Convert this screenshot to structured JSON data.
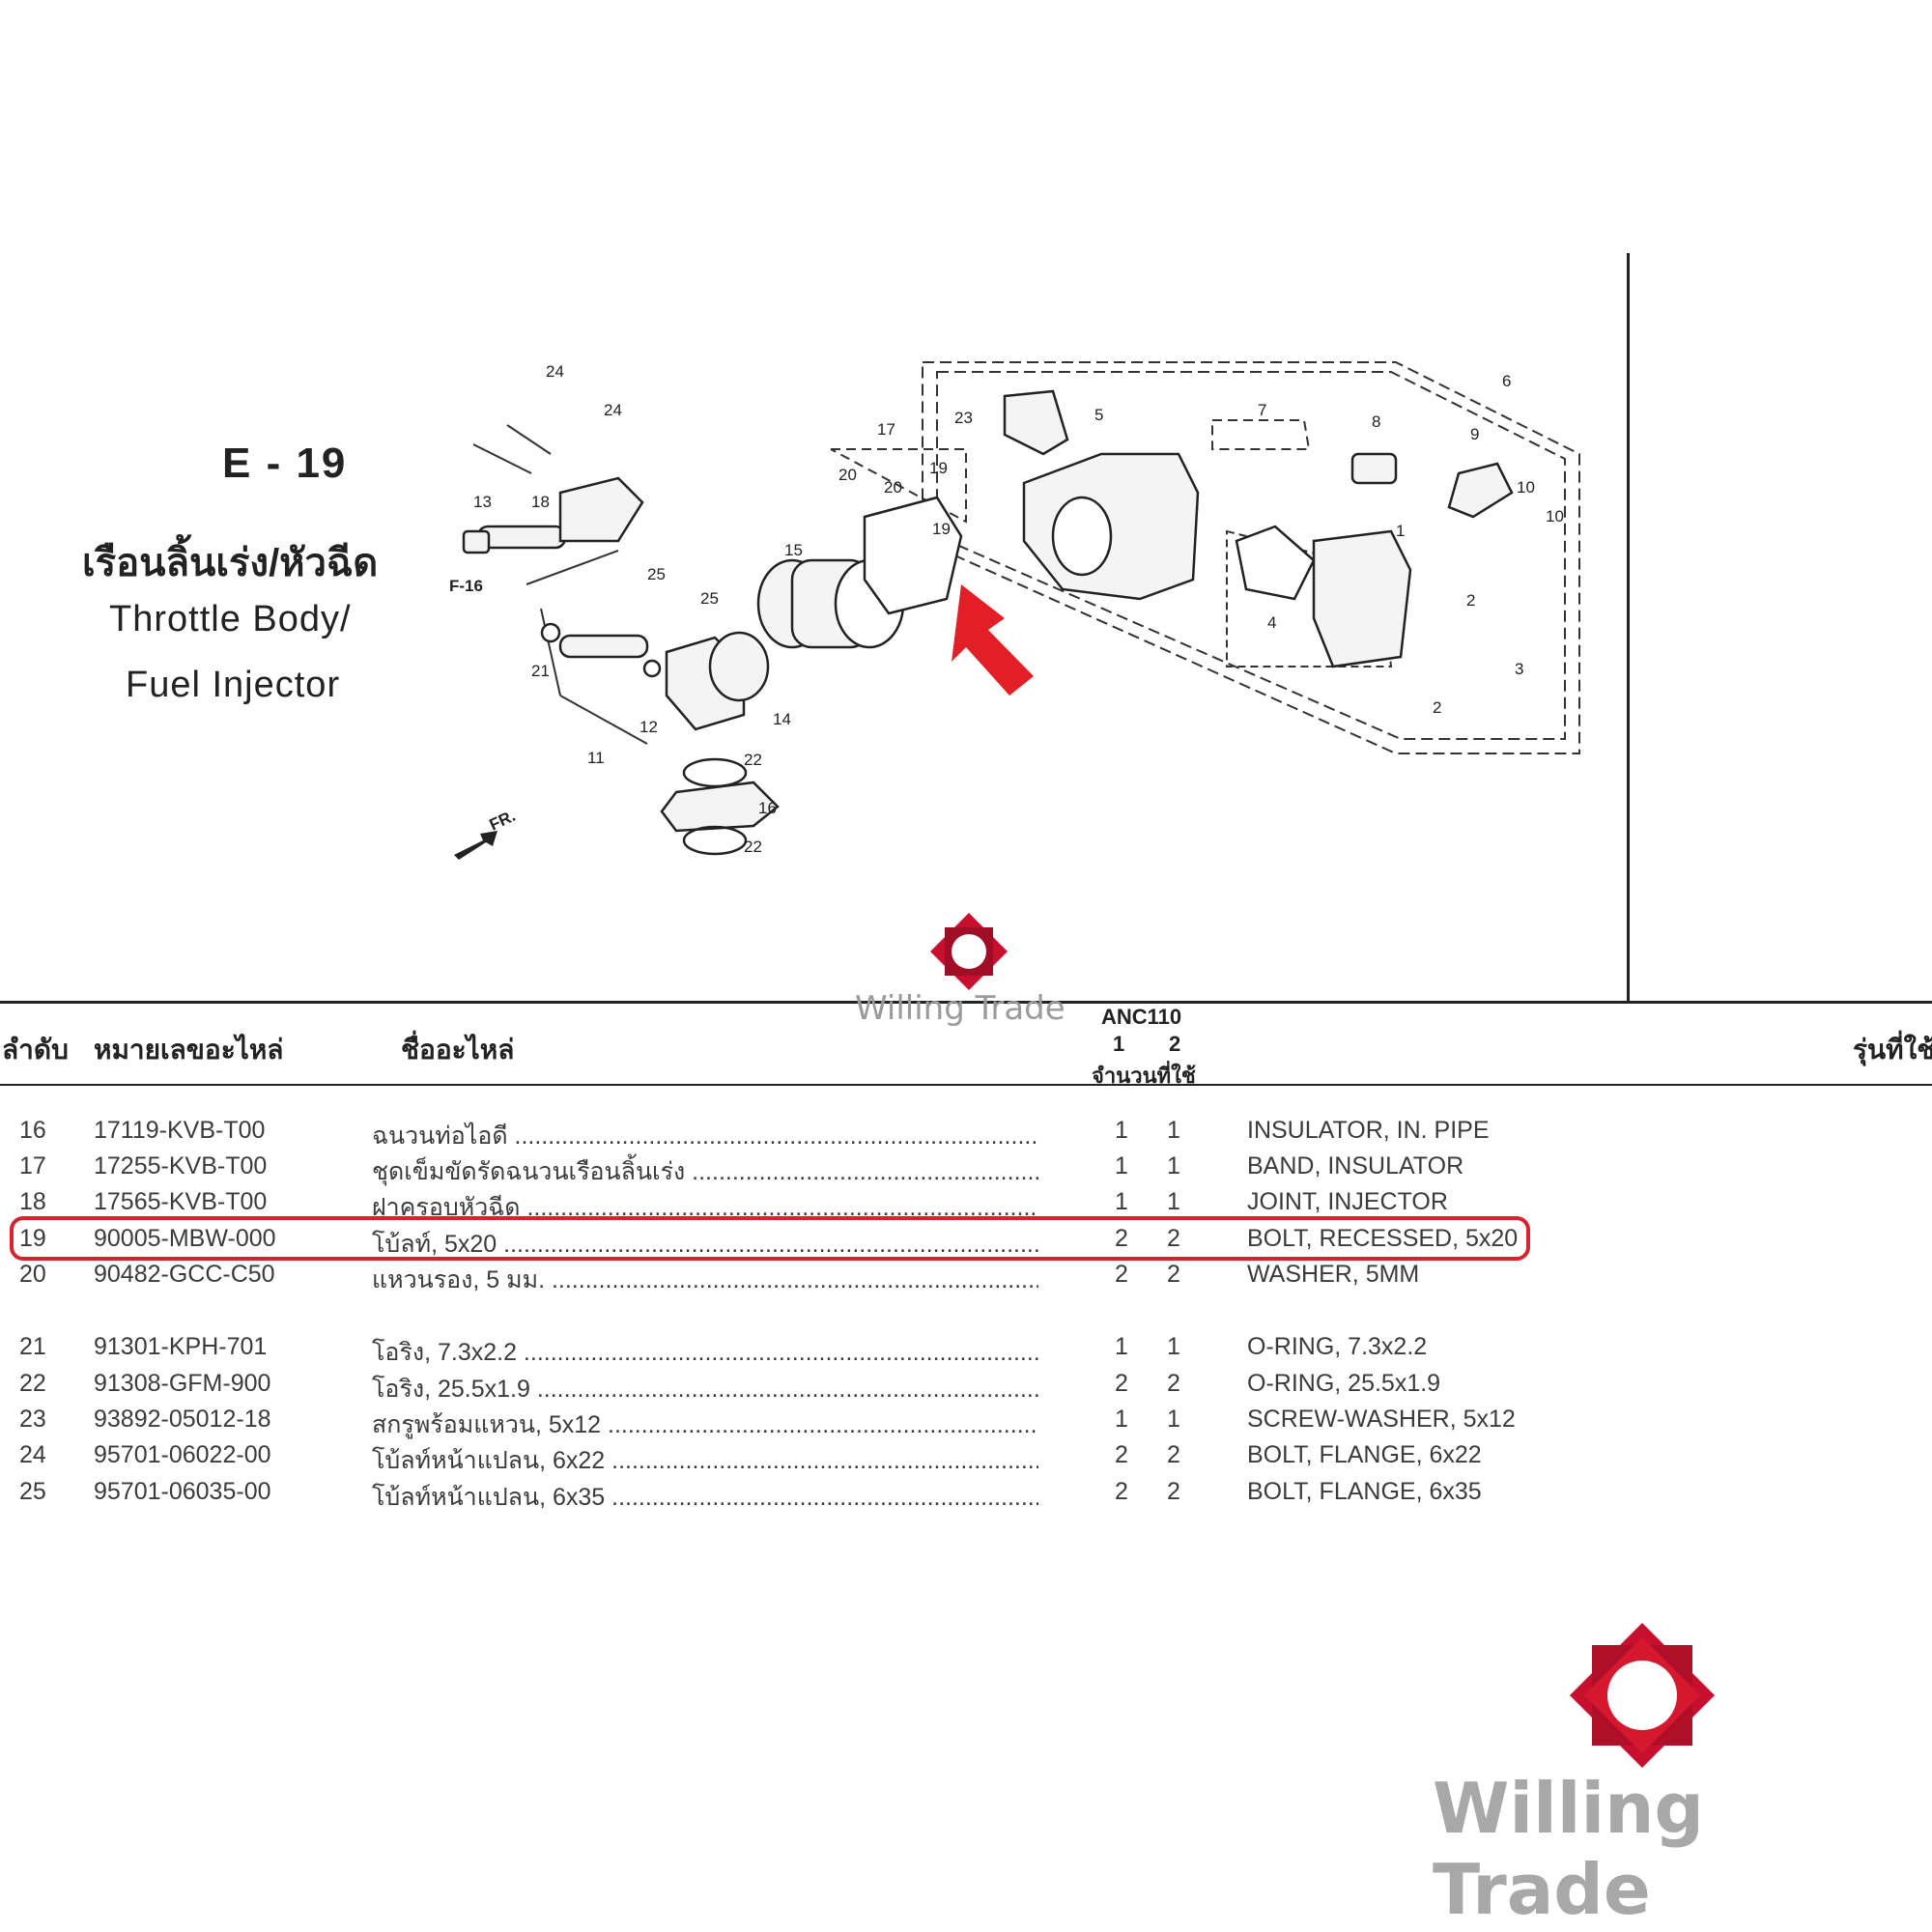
{
  "sheet": {
    "code": "E - 19",
    "title_thai": "เรือนลิ้นเร่ง/หัวฉีด",
    "title_en_line1": "Throttle Body/",
    "title_en_line2": "Fuel Injector"
  },
  "diagram": {
    "callouts": [
      "24",
      "24",
      "13",
      "18",
      "25",
      "25",
      "21",
      "11",
      "12",
      "14",
      "22",
      "16",
      "22",
      "15",
      "17",
      "20",
      "20",
      "19",
      "19",
      "23",
      "5",
      "7",
      "8",
      "9",
      "10",
      "10",
      "6",
      "1",
      "4",
      "2",
      "3",
      "2"
    ],
    "ref_f16": "F-16",
    "fr_label": "FR."
  },
  "watermark": {
    "text": "Willing Trade",
    "color_primary": "#c8102e"
  },
  "table": {
    "headers": {
      "no": "ลำดับ",
      "part_no": "หมายเลขอะไหล่",
      "name": "ชื่ออะไหล่",
      "model": "ANC110",
      "q1": "1",
      "q2": "2",
      "qty": "จำนวนที่ใช้",
      "models": "รุ่นที่ใช้"
    },
    "rows": [
      {
        "no": "16",
        "part": "17119-KVB-T00",
        "thai": "ฉนวนท่อไอดี",
        "q1": "1",
        "q2": "1",
        "en": "INSULATOR, IN. PIPE"
      },
      {
        "no": "17",
        "part": "17255-KVB-T00",
        "thai": "ชุดเข็มขัดรัดฉนวนเรือนลิ้นเร่ง",
        "q1": "1",
        "q2": "1",
        "en": "BAND, INSULATOR"
      },
      {
        "no": "18",
        "part": "17565-KVB-T00",
        "thai": "ฝาครอบหัวฉีด",
        "q1": "1",
        "q2": "1",
        "en": "JOINT, INJECTOR"
      },
      {
        "no": "19",
        "part": "90005-MBW-000",
        "thai": "โบ้ลท์, 5x20",
        "q1": "2",
        "q2": "2",
        "en": "BOLT, RECESSED, 5x20"
      },
      {
        "no": "20",
        "part": "90482-GCC-C50",
        "thai": "แหวนรอง, 5 มม.",
        "q1": "2",
        "q2": "2",
        "en": "WASHER, 5MM"
      },
      {
        "no": "21",
        "part": "91301-KPH-701",
        "thai": "โอริง, 7.3x2.2",
        "q1": "1",
        "q2": "1",
        "en": "O-RING, 7.3x2.2"
      },
      {
        "no": "22",
        "part": "91308-GFM-900",
        "thai": "โอริง, 25.5x1.9",
        "q1": "2",
        "q2": "2",
        "en": "O-RING, 25.5x1.9"
      },
      {
        "no": "23",
        "part": "93892-05012-18",
        "thai": "สกรูพร้อมแหวน, 5x12",
        "q1": "1",
        "q2": "1",
        "en": "SCREW-WASHER, 5x12"
      },
      {
        "no": "24",
        "part": "95701-06022-00",
        "thai": "โบ้ลท์หน้าแปลน, 6x22",
        "q1": "2",
        "q2": "2",
        "en": "BOLT, FLANGE, 6x22"
      },
      {
        "no": "25",
        "part": "95701-06035-00",
        "thai": "โบ้ลท์หน้าแปลน, 6x35",
        "q1": "2",
        "q2": "2",
        "en": "BOLT, FLANGE, 6x35"
      }
    ],
    "highlight_color": "#d8232a"
  }
}
